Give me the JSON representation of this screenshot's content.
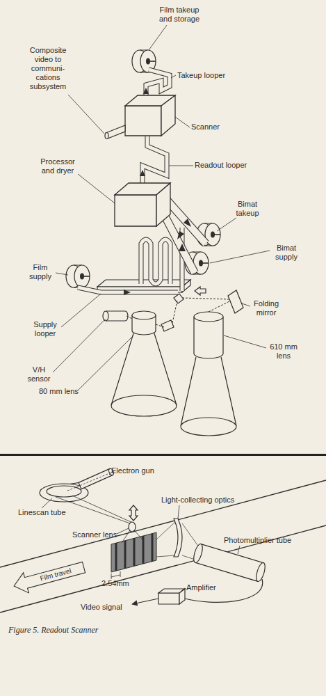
{
  "diagram": {
    "caption": "Figure 5. Readout Scanner",
    "labels": [
      "Film takeup and storage",
      "Composite video to communi- cations subsystem",
      "Takeup looper",
      "Scanner",
      "Processor and dryer",
      "Readout looper",
      "Bimat takeup",
      "Bimat supply",
      "Film supply",
      "Folding mirror",
      "Supply looper",
      "610 mm lens",
      "V/H sensor",
      "80 mm lens",
      "Electron gun",
      "Linescan tube",
      "Light-collecting optics",
      "Scanner lens",
      "Photomultiplier tube",
      "Film travel",
      "2.54mm",
      "Amplifier",
      "Video signal"
    ]
  }
}
